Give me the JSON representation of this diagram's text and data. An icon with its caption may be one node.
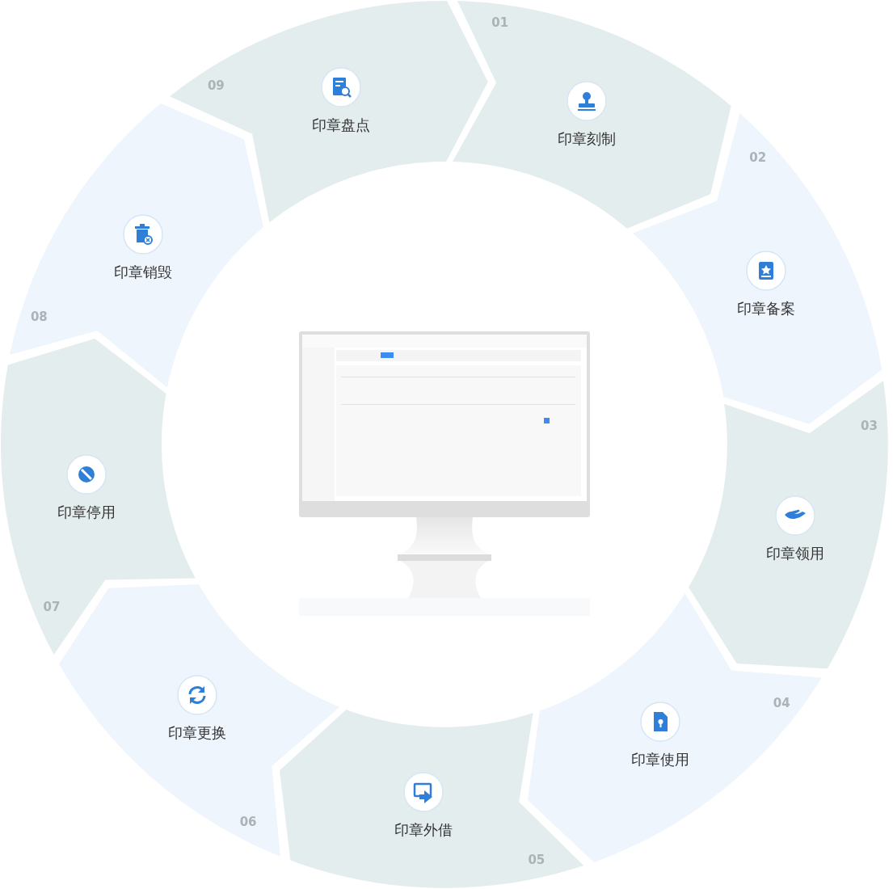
{
  "diagram": {
    "nodes": [
      {
        "text": [
          "01",
          "印章刻制"
        ]
      },
      {
        "text": [
          "02",
          "印章备案"
        ]
      },
      {
        "text": [
          "03",
          "印章领用"
        ]
      },
      {
        "text": [
          "04",
          "印章使用"
        ]
      },
      {
        "text": [
          "印章外借",
          "05"
        ]
      },
      {
        "text": [
          "印章更换",
          "06"
        ]
      },
      {
        "text": [
          "印章停用",
          "07"
        ]
      },
      {
        "text": [
          "08",
          "印章销毁"
        ]
      },
      {
        "text": [
          "09",
          "印章盘点"
        ]
      }
    ]
  }
}
